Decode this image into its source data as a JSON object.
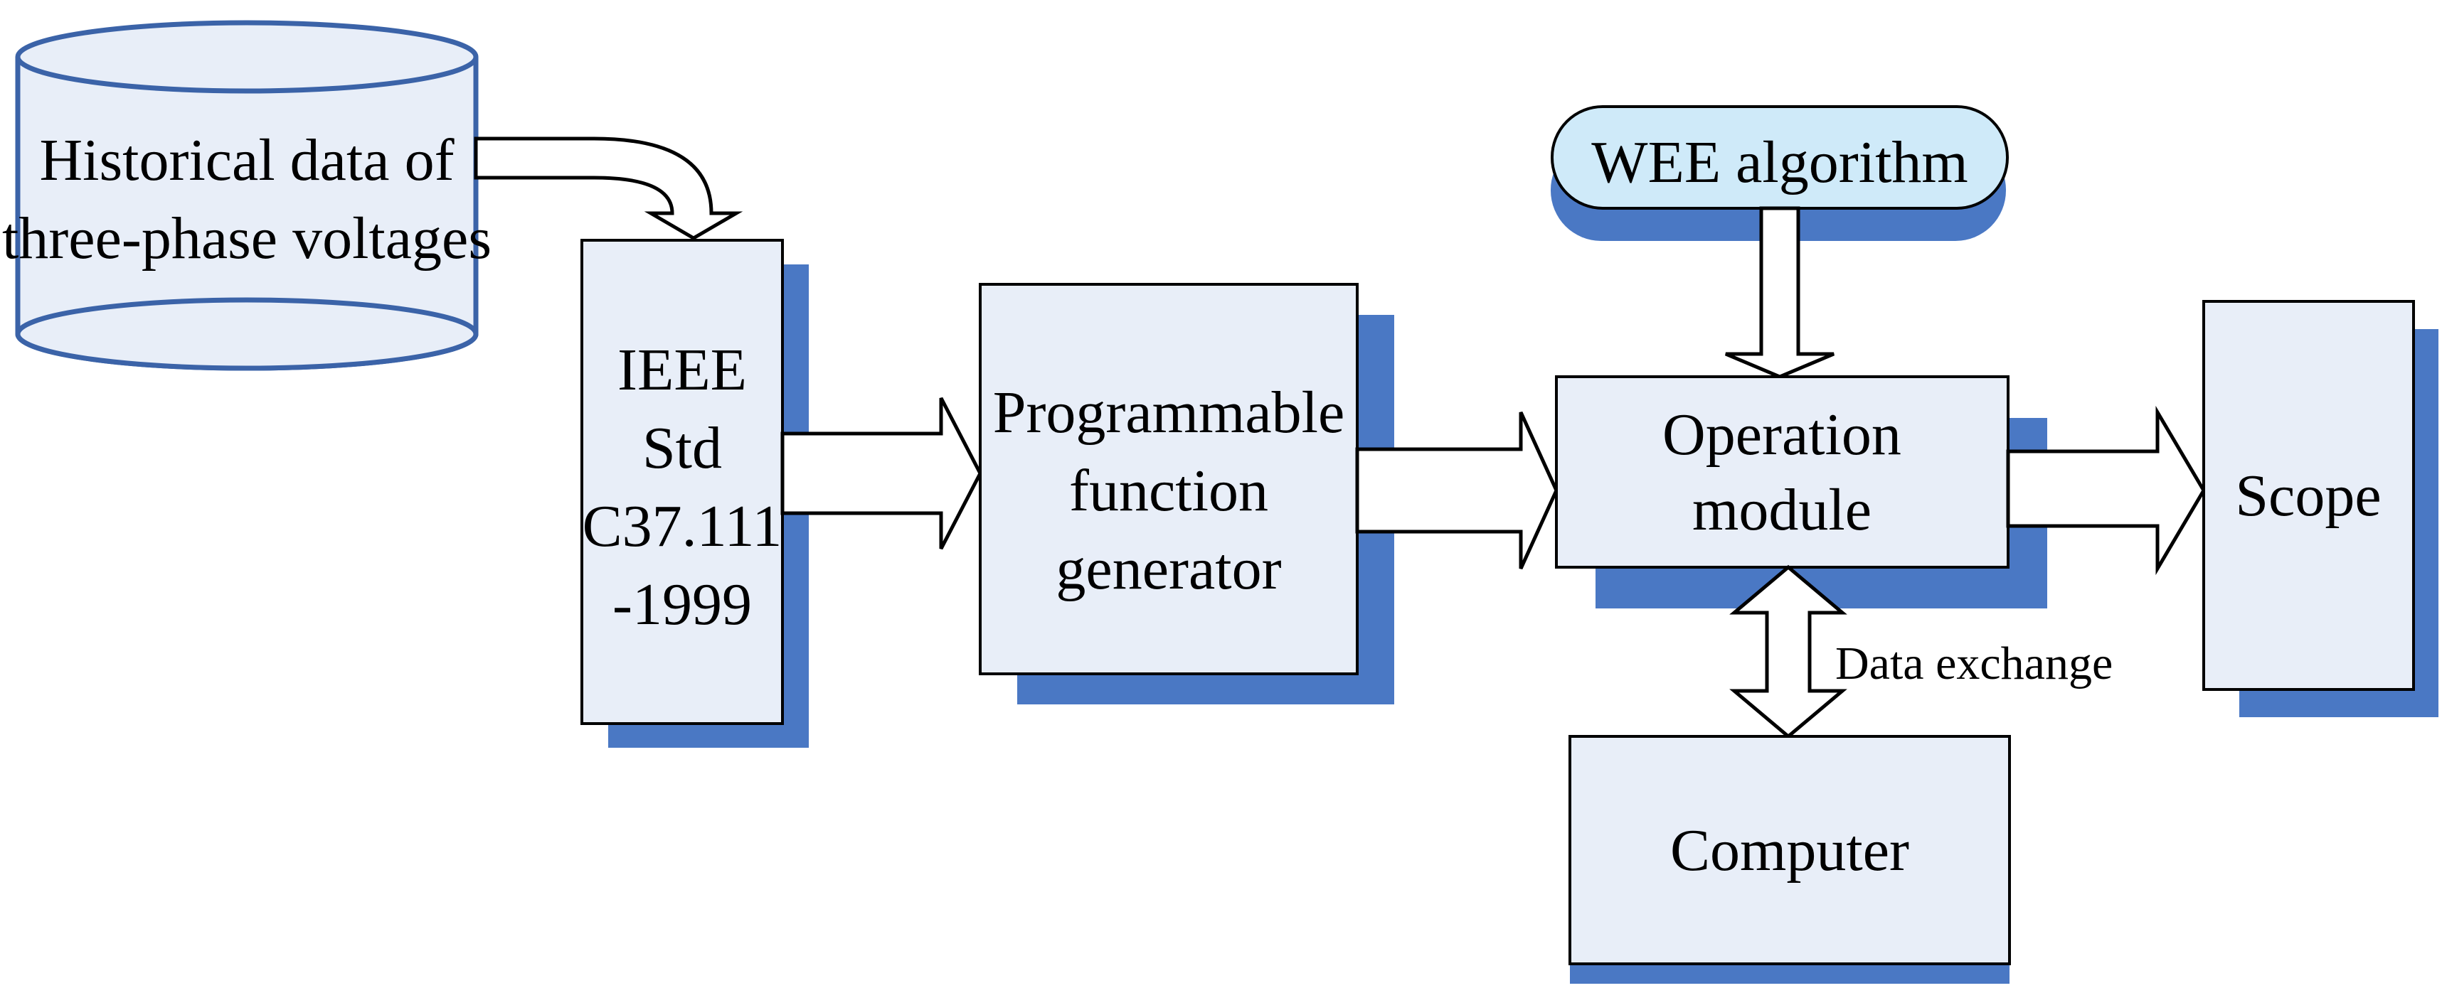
{
  "colors": {
    "box_fill": "#e8eef8",
    "shadow": "#4a78c4",
    "cylinder_stroke": "#3b63a8",
    "pill_fill": "#cfeaf9",
    "stroke": "#000000",
    "arrow_fill": "#ffffff"
  },
  "nodes": {
    "historical_data": {
      "lines": [
        "Historical data of",
        "three-phase voltages"
      ]
    },
    "ieee_std": {
      "lines": [
        "IEEE",
        "Std",
        "C37.111",
        "-1999"
      ]
    },
    "function_generator": {
      "lines": [
        "Programmable",
        "function",
        "generator"
      ]
    },
    "wee_algorithm": {
      "lines": [
        "WEE algorithm"
      ]
    },
    "operation_module": {
      "lines": [
        "Operation",
        "module"
      ]
    },
    "scope": {
      "lines": [
        "Scope"
      ]
    },
    "computer": {
      "lines": [
        "Computer"
      ]
    }
  },
  "edge_labels": {
    "data_exchange": "Data exchange"
  }
}
